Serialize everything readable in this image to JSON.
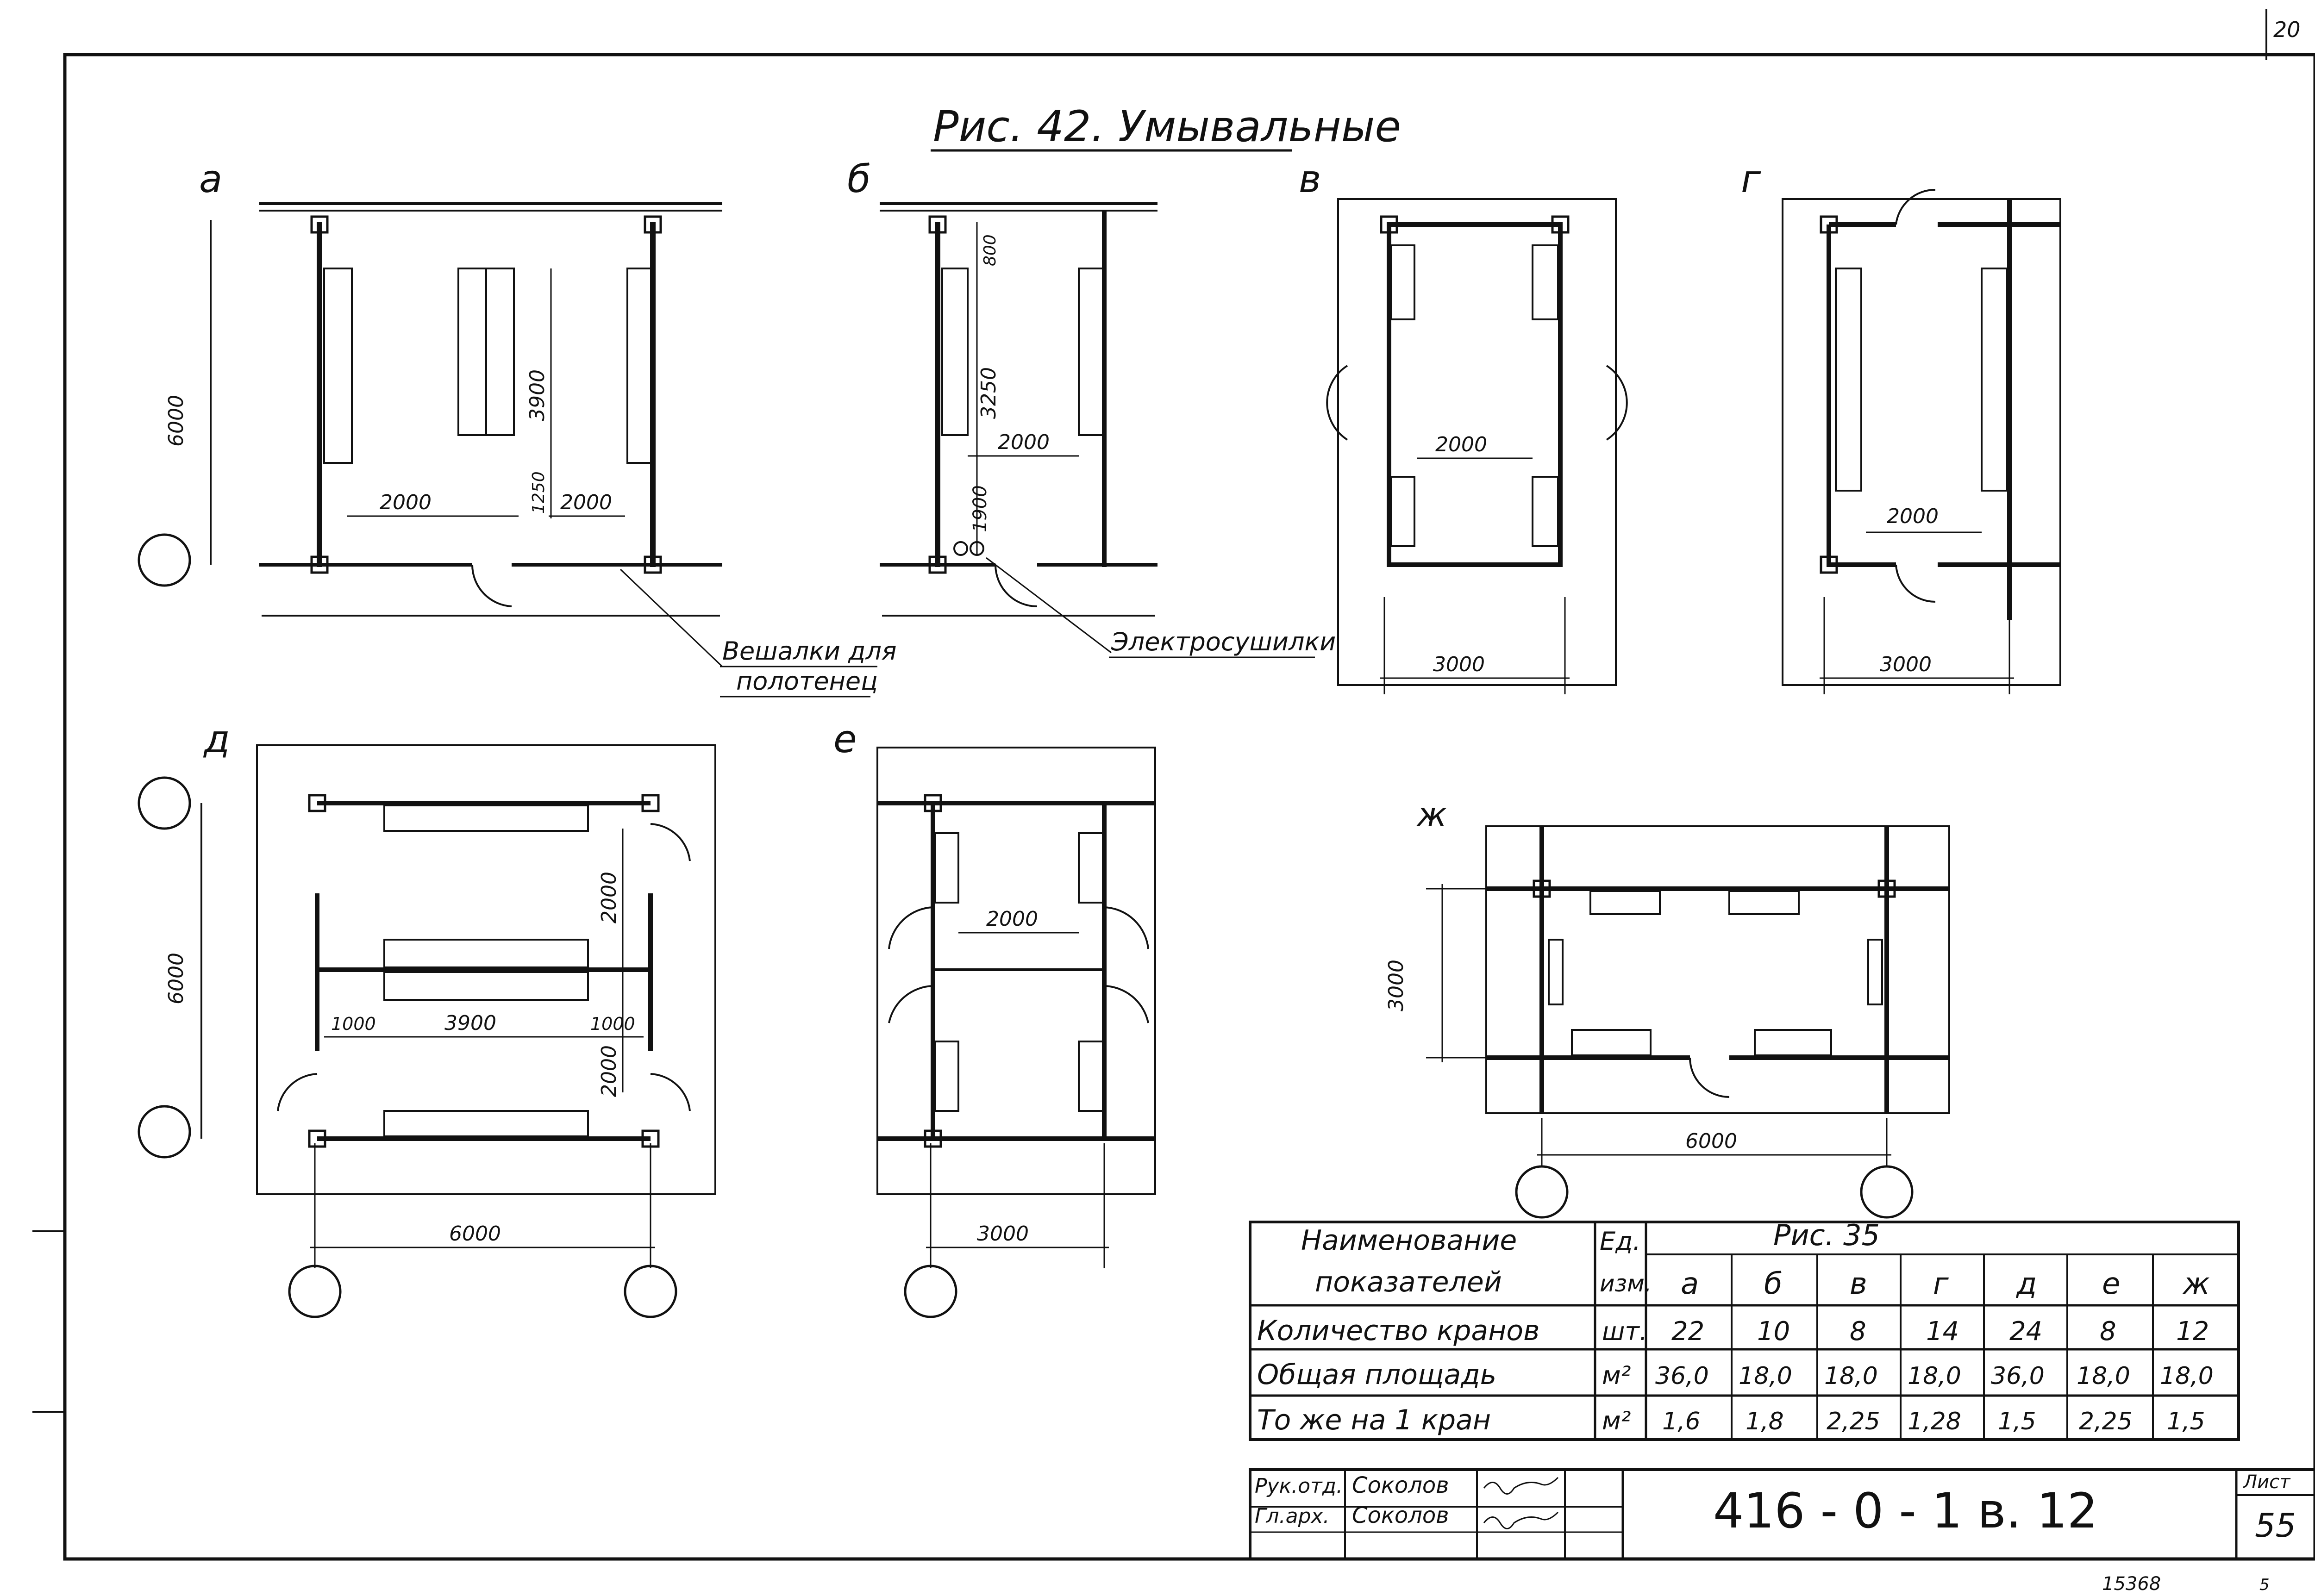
{
  "sheet": {
    "corner_mark": "20",
    "title": "Рис. 42.  Умывальные",
    "stamp": "15368",
    "stamp_small": "5"
  },
  "plans": {
    "a": {
      "label": "а",
      "dims": {
        "height": "6000",
        "row": "3900",
        "gap": "1250",
        "width_left": "2000",
        "width_right": "2000"
      }
    },
    "b": {
      "label": "б",
      "dims": {
        "top": "800",
        "row": "3250",
        "bottom": "1900",
        "width": "2000"
      }
    },
    "v": {
      "label": "в",
      "dims": {
        "inner": "2000",
        "overall": "3000"
      }
    },
    "g": {
      "label": "г",
      "dims": {
        "inner": "2000",
        "overall": "3000"
      }
    },
    "d": {
      "label": "д",
      "dims": {
        "height": "6000",
        "upper": "2000",
        "lower": "2000",
        "left": "1000",
        "middle": "3900",
        "right": "1000",
        "overall": "6000"
      }
    },
    "e": {
      "label": "е",
      "dims": {
        "inner": "2000",
        "overall": "3000"
      }
    },
    "zh": {
      "label": "ж",
      "dims": {
        "height": "3000",
        "overall": "6000"
      }
    }
  },
  "callouts": {
    "towel_hangers_1": "Вешалки для",
    "towel_hangers_2": "полотенец",
    "dryers": "Электросушилки"
  },
  "table": {
    "header_name_1": "Наименование",
    "header_name_2": "показателей",
    "header_unit_1": "Ед.",
    "header_unit_2": "изм.",
    "header_group": "Рис. 35",
    "columns": [
      "а",
      "б",
      "в",
      "г",
      "д",
      "е",
      "ж"
    ],
    "rows": [
      {
        "name": "Количество кранов",
        "unit": "шт.",
        "values": [
          "22",
          "10",
          "8",
          "14",
          "24",
          "8",
          "12"
        ]
      },
      {
        "name": "Общая площадь",
        "unit": "м²",
        "values": [
          "36,0",
          "18,0",
          "18,0",
          "18,0",
          "36,0",
          "18,0",
          "18,0"
        ]
      },
      {
        "name": "То же на 1 кран",
        "unit": "м²",
        "values": [
          "1,6",
          "1,8",
          "2,25",
          "1,28",
          "1,5",
          "2,25",
          "1,5"
        ]
      }
    ]
  },
  "title_block": {
    "role_1": "Рук.отд.",
    "name_1": "Соколов",
    "role_2": "Гл.арх.",
    "name_2": "Соколов",
    "code": "416 - 0 - 1    в. 12",
    "sheet_label": "Лист",
    "sheet_number": "55"
  }
}
